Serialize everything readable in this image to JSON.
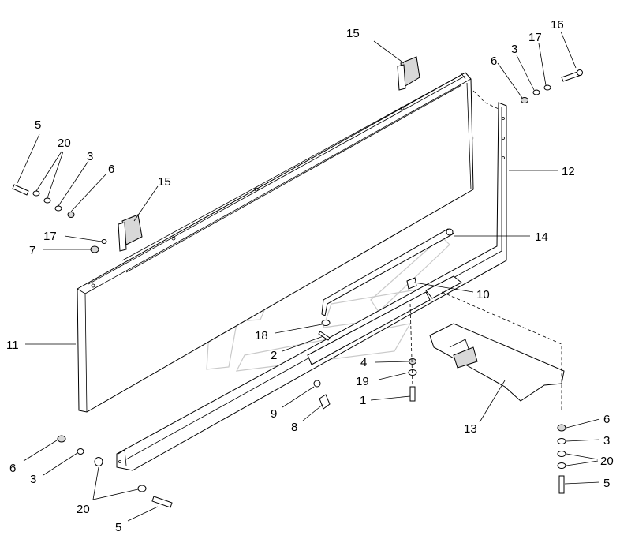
{
  "labels": {
    "l15_top": "15",
    "l16": "16",
    "l17_top": "17",
    "l3_top": "3",
    "l6_top": "6",
    "l12": "12",
    "l5_left": "5",
    "l20_left": "20",
    "l3_left": "3",
    "l6_left": "6",
    "l15_mid": "15",
    "l17_left": "17",
    "l7": "7",
    "l14": "14",
    "l10": "10",
    "l11": "11",
    "l18": "18",
    "l2": "2",
    "l4": "4",
    "l19": "19",
    "l1": "1",
    "l9": "9",
    "l8": "8",
    "l13": "13",
    "l6_bl": "6",
    "l3_bl": "3",
    "l20_bl": "20",
    "l5_bl": "5",
    "l6_br": "6",
    "l3_br": "3",
    "l20_br": "20",
    "l5_br": "5"
  }
}
